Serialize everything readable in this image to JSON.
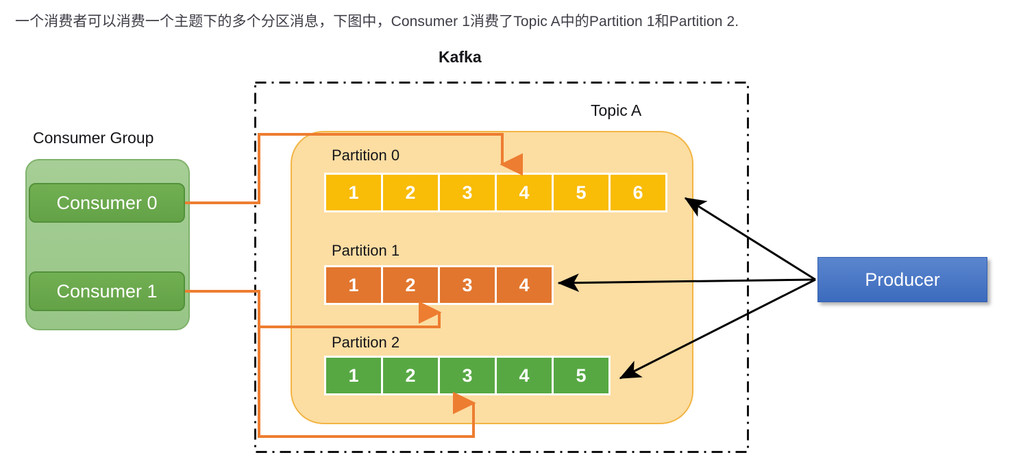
{
  "caption": "一个消费者可以消费一个主题下的多个分区消息，下图中，Consumer 1消费了Topic A中的Partition 1和Partition 2.",
  "kafka": {
    "title": "Kafka",
    "topic": {
      "label": "Topic A",
      "partitions": [
        {
          "label": "Partition 0",
          "color": "#f9bc07",
          "messages": [
            "1",
            "2",
            "3",
            "4",
            "5",
            "6"
          ]
        },
        {
          "label": "Partition 1",
          "color": "#e2762e",
          "messages": [
            "1",
            "2",
            "3",
            "4"
          ]
        },
        {
          "label": "Partition 2",
          "color": "#57a843",
          "messages": [
            "1",
            "2",
            "3",
            "4",
            "5"
          ]
        }
      ]
    }
  },
  "consumer_group": {
    "label": "Consumer Group",
    "box_color": "#9dc88d",
    "consumers": [
      {
        "label": "Consumer 0"
      },
      {
        "label": "Consumer 1"
      }
    ]
  },
  "producer": {
    "label": "Producer",
    "color": "#4472c4"
  },
  "connectors": {
    "consume_color": "#ed7d31",
    "produce_color": "#000000"
  }
}
